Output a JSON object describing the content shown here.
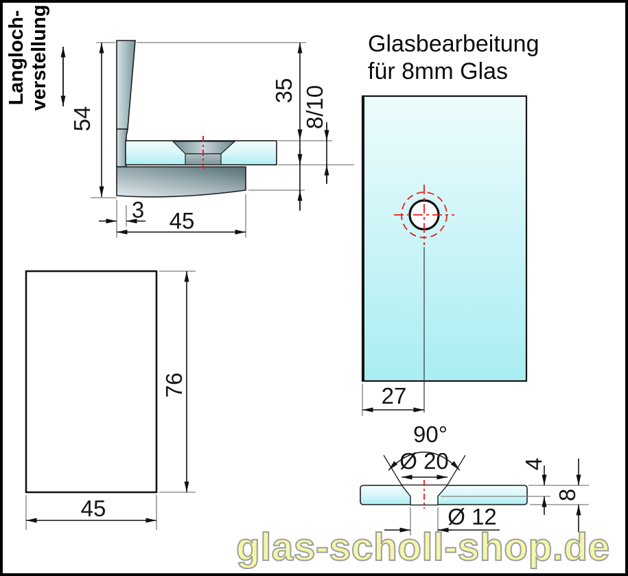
{
  "views": {
    "side": {
      "adjust_label_line1": "Langloch-",
      "adjust_label_line2": "verstellung",
      "dim_total_height": "54",
      "dim_top_to_glass": "35",
      "dim_glass_thickness": "8/10",
      "dim_back_offset": "3",
      "dim_plate_depth": "45"
    },
    "front": {
      "dim_height": "76",
      "dim_width": "45"
    },
    "glass_processing": {
      "title_line1": "Glasbearbeitung",
      "title_line2": "für 8mm Glas",
      "dim_hole_edge_distance": "27"
    },
    "section": {
      "dim_countersink_angle": "90°",
      "dim_countersink_diameter": "Ø 20",
      "dim_hole_diameter": "Ø 12",
      "dim_countersink_depth": "4",
      "dim_glass_thickness": "8"
    }
  },
  "watermark": {
    "text": "glas-scholl-shop.de"
  },
  "colors": {
    "glass_fill_top": "#eefcfd",
    "glass_fill_bottom": "#a9edf2",
    "metal_dark": "#5e767e",
    "metal_light": "#d9e2e4",
    "centerline_red": "#e81c1c",
    "watermark_yellow": "#f6f6a6",
    "frame_black": "#000000"
  }
}
